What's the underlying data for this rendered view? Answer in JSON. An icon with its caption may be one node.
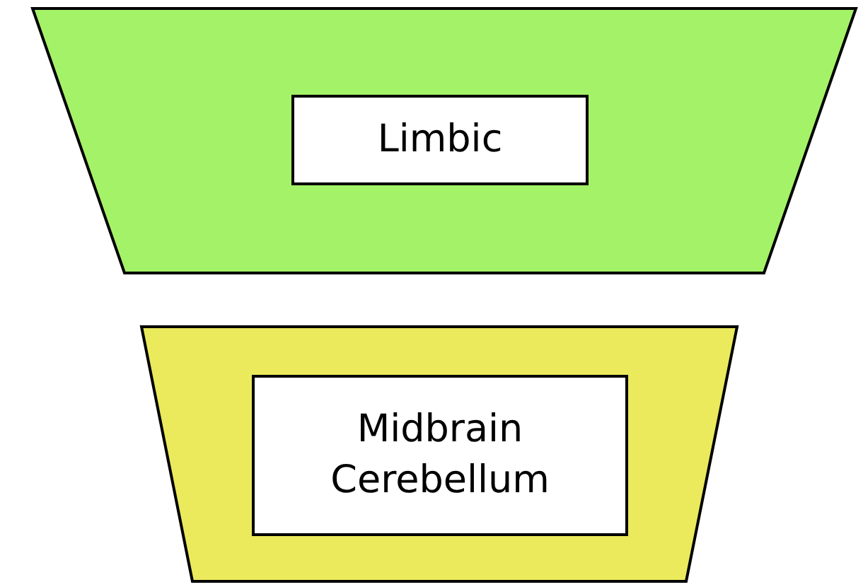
{
  "diagram": {
    "nodes": [
      {
        "text": [],
        "shape": "trapezoid"
      },
      {
        "text": [
          "Limbic"
        ],
        "in": 0
      },
      {
        "text": [],
        "shape": "trapezoid"
      },
      {
        "text": [
          "Midbrain Cerebellum"
        ],
        "in": 2
      }
    ]
  }
}
